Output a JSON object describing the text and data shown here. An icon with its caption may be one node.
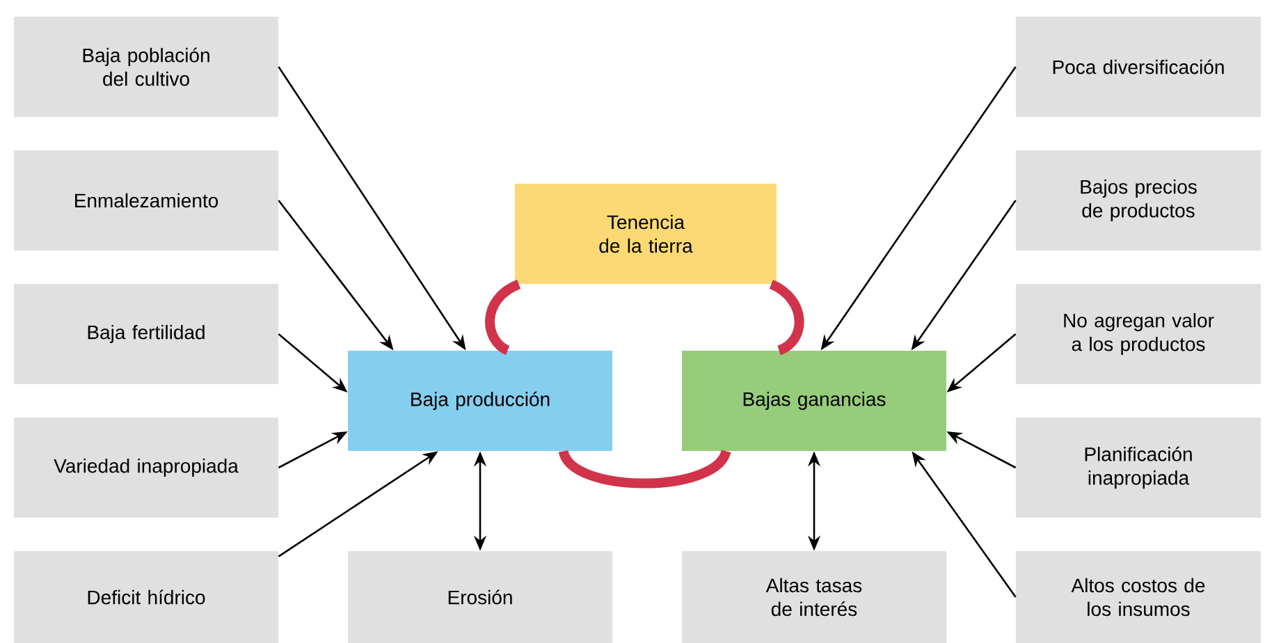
{
  "diagram": {
    "nodes": [
      {
        "text": [
          "Baja población del cultivo"
        ]
      },
      {
        "text": [
          "Enmalezamiento"
        ]
      },
      {
        "text": [
          "Baja fertilidad"
        ]
      },
      {
        "text": [
          "Variedad inapropiada"
        ]
      },
      {
        "text": [
          "Deficit hídrico"
        ]
      },
      {
        "text": [
          "Tenencia de la tierra"
        ]
      },
      {
        "text": [
          "Baja producción"
        ]
      },
      {
        "text": [
          "Bajas ganancias"
        ]
      },
      {
        "text": [
          "Erosión"
        ]
      },
      {
        "text": [
          "Altas tasas de interés"
        ]
      },
      {
        "text": [
          "Poca diversificación"
        ]
      },
      {
        "text": [
          "Bajos precios de productos"
        ]
      },
      {
        "text": [
          "No agregan valor a los productos"
        ]
      },
      {
        "text": [
          "Planificación inapropiada"
        ]
      },
      {
        "text": [
          "Altos costos de los insumos"
        ]
      }
    ],
    "edges": [
      {
        "from": 5,
        "to": 6,
        "arrow": "none",
        "style": "thick",
        "color": "#d0334a"
      },
      {
        "from": 6,
        "to": 7,
        "arrow": "none",
        "style": "thick",
        "color": "#d0334a"
      },
      {
        "from": 7,
        "to": 5,
        "arrow": "none",
        "style": "thick",
        "color": "#d0334a"
      },
      {
        "from": 0,
        "to": 6,
        "arrow": "to"
      },
      {
        "from": 1,
        "to": 6,
        "arrow": "to"
      },
      {
        "from": 2,
        "to": 6,
        "arrow": "to"
      },
      {
        "from": 3,
        "to": 6,
        "arrow": "to"
      },
      {
        "from": 4,
        "to": 6,
        "arrow": "to"
      },
      {
        "from": 8,
        "to": 6,
        "arrow": "both"
      },
      {
        "from": 9,
        "to": 7,
        "arrow": "both"
      },
      {
        "from": 10,
        "to": 7,
        "arrow": "to"
      },
      {
        "from": 11,
        "to": 7,
        "arrow": "to"
      },
      {
        "from": 12,
        "to": 7,
        "arrow": "to"
      },
      {
        "from": 13,
        "to": 7,
        "arrow": "to"
      },
      {
        "from": 14,
        "to": 7,
        "arrow": "to"
      }
    ]
  }
}
